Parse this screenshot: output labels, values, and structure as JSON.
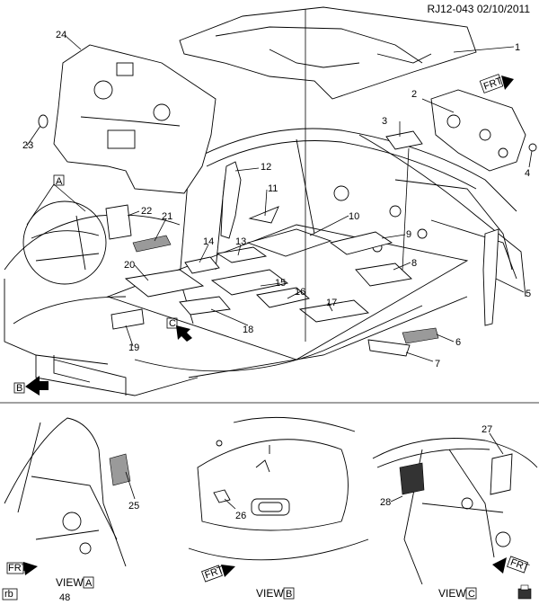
{
  "header": {
    "code_date": "RJ12-043  02/10/2011"
  },
  "callouts": [
    "1",
    "2",
    "3",
    "4",
    "5",
    "6",
    "7",
    "8",
    "9",
    "10",
    "11",
    "12",
    "13",
    "14",
    "15",
    "16",
    "17",
    "18",
    "19",
    "20",
    "21",
    "22",
    "23",
    "24",
    "25",
    "26",
    "27",
    "28"
  ],
  "views": {
    "a": {
      "prefix": "VIEW",
      "letter": "A"
    },
    "b": {
      "prefix": "VIEW",
      "letter": "B"
    },
    "c": {
      "prefix": "VIEW",
      "letter": "C"
    }
  },
  "markers": {
    "a": "A",
    "b": "B",
    "c": "C"
  },
  "front_arrow_label": "FRT",
  "footer": {
    "left_badge": "rb",
    "page_number": "48"
  }
}
